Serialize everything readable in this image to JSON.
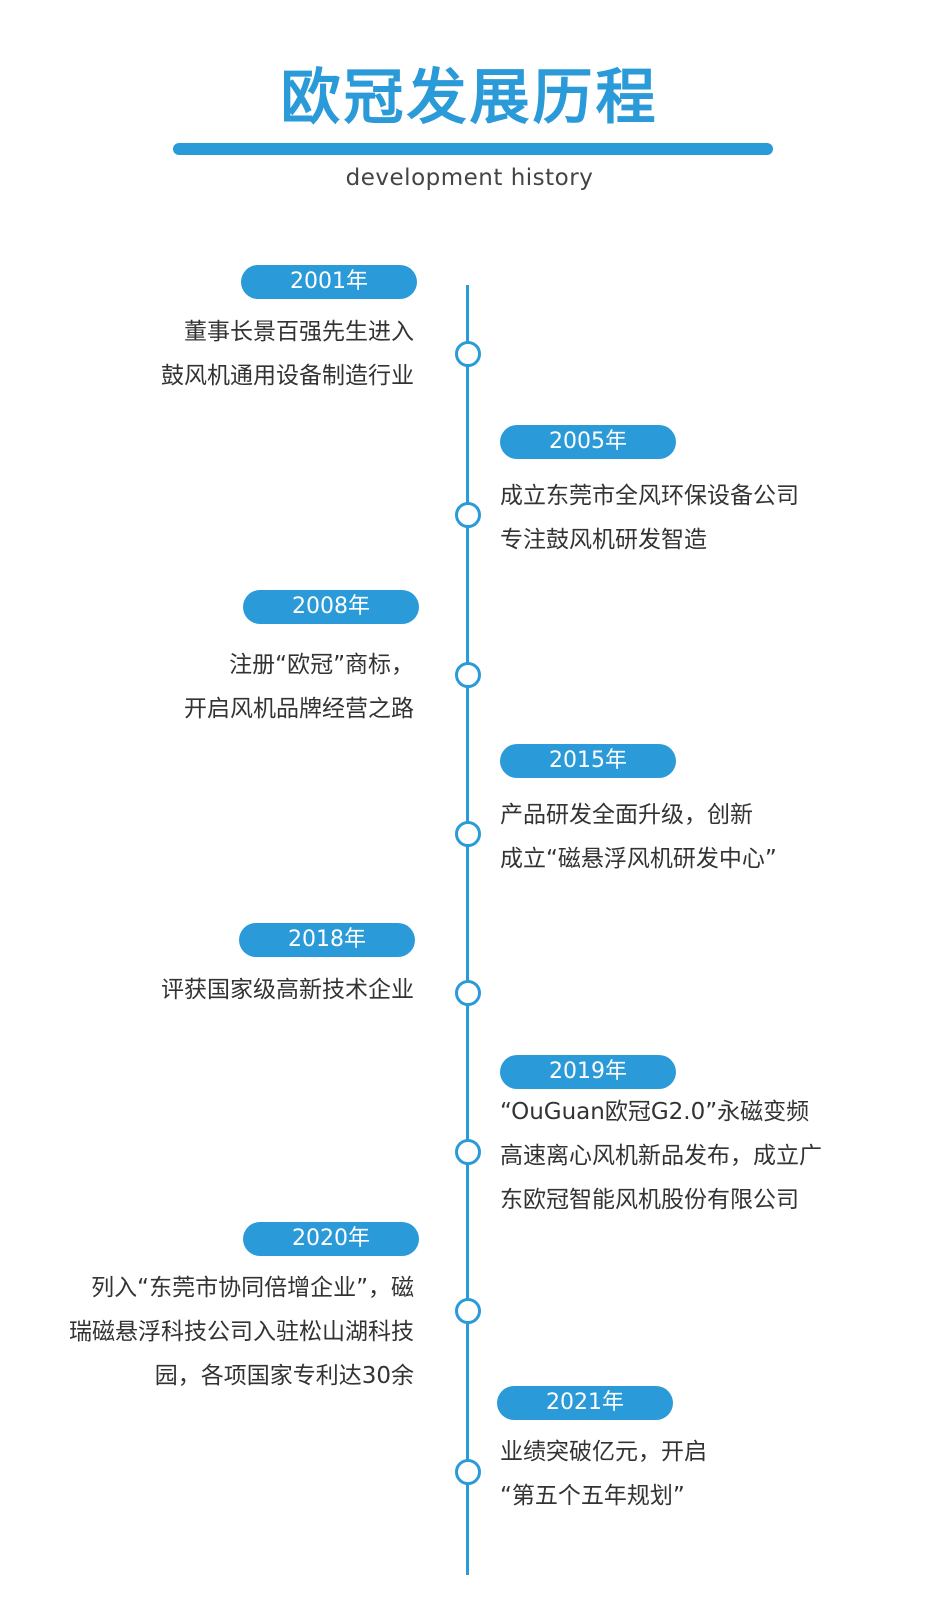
{
  "header": {
    "title": "欧冠发展历程",
    "subtitle": "development history"
  },
  "accent_color": "#2a9ad8",
  "events": [
    {
      "year": "2001年",
      "lines": [
        "董事长景百强先生进入",
        "鼓风机通用设备制造行业"
      ]
    },
    {
      "year": "2005年",
      "lines": [
        "成立东莞市全风环保设备公司",
        "专注鼓风机研发智造"
      ]
    },
    {
      "year": "2008年",
      "lines": [
        "注册“欧冠”商标，",
        "开启风机品牌经营之路"
      ]
    },
    {
      "year": "2015年",
      "lines": [
        "产品研发全面升级，创新",
        "成立“磁悬浮风机研发中心”"
      ]
    },
    {
      "year": "2018年",
      "lines": [
        "评获国家级高新技术企业"
      ]
    },
    {
      "year": "2019年",
      "lines": [
        "“OuGuan欧冠G2.0”永磁变频",
        "高速离心风机新品发布，成立广",
        "东欧冠智能风机股份有限公司"
      ]
    },
    {
      "year": "2020年",
      "lines": [
        "列入“东莞市协同倍增企业”，磁",
        "瑞磁悬浮科技公司入驻松山湖科技",
        "园，各项国家专利达30余"
      ]
    },
    {
      "year": "2021年",
      "lines": [
        "业绩突破亿元，开启",
        "“第五个五年规划”"
      ]
    }
  ]
}
